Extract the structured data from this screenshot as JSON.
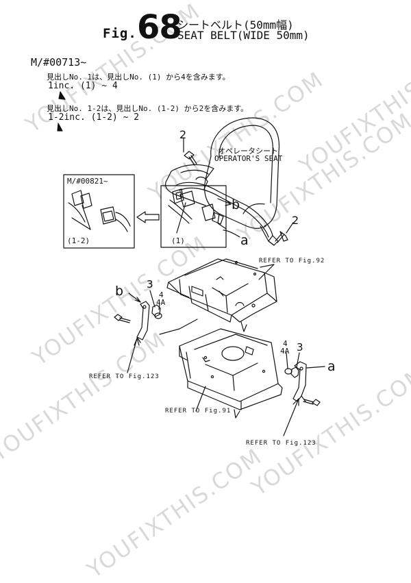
{
  "header": {
    "fig_word": "Fig.",
    "fig_number": "68",
    "title_jp": "シートベルト(50mm幅)",
    "title_en": "SEAT BELT(WIDE 50mm)"
  },
  "serial_from": "M/#00713~",
  "notes": [
    {
      "jp": "見出しNo. 1は、見出しNo. (1) から4を含みます。",
      "code": "1inc. (1) ~ 4"
    },
    {
      "jp": "見出しNo. 1-2は、見出しNo. (1-2) から2を含みます。",
      "code": "1-2inc. (1-2) ~ 2"
    }
  ],
  "inset": {
    "serial": "M/#00821~",
    "label": "(1-2)"
  },
  "seat": {
    "label_jp": "オペレータシート",
    "label_en": "OPERATOR'S SEAT"
  },
  "labels": {
    "p2_top": "2",
    "p2_right": "2",
    "p1": "(1)",
    "a_seat": "a",
    "b_seat": "b",
    "b_left": "b",
    "p3_left": "3",
    "p4_left": "4",
    "p4a_left": "4A",
    "p4_right": "4",
    "p4a_right": "4A",
    "p3_right": "3",
    "a_right": "a"
  },
  "refers": {
    "fig92": "REFER TO Fig.92",
    "fig123_left": "REFER TO Fig.123",
    "fig91": "REFER TO Fig.91",
    "fig123_right": "REFER TO Fig.123"
  },
  "watermarks": [
    "YOUFIXTHIS.COM",
    "YOUFIXTHIS.COM",
    "YOUFIXTHIS.COM",
    "YOUFIXTHIS.COM",
    "YOUFIXTHIS.COM",
    "YOUFIXTHIS.COM",
    "YOUFIXTHIS.COM",
    "YOUFIXTHIS.COM"
  ]
}
